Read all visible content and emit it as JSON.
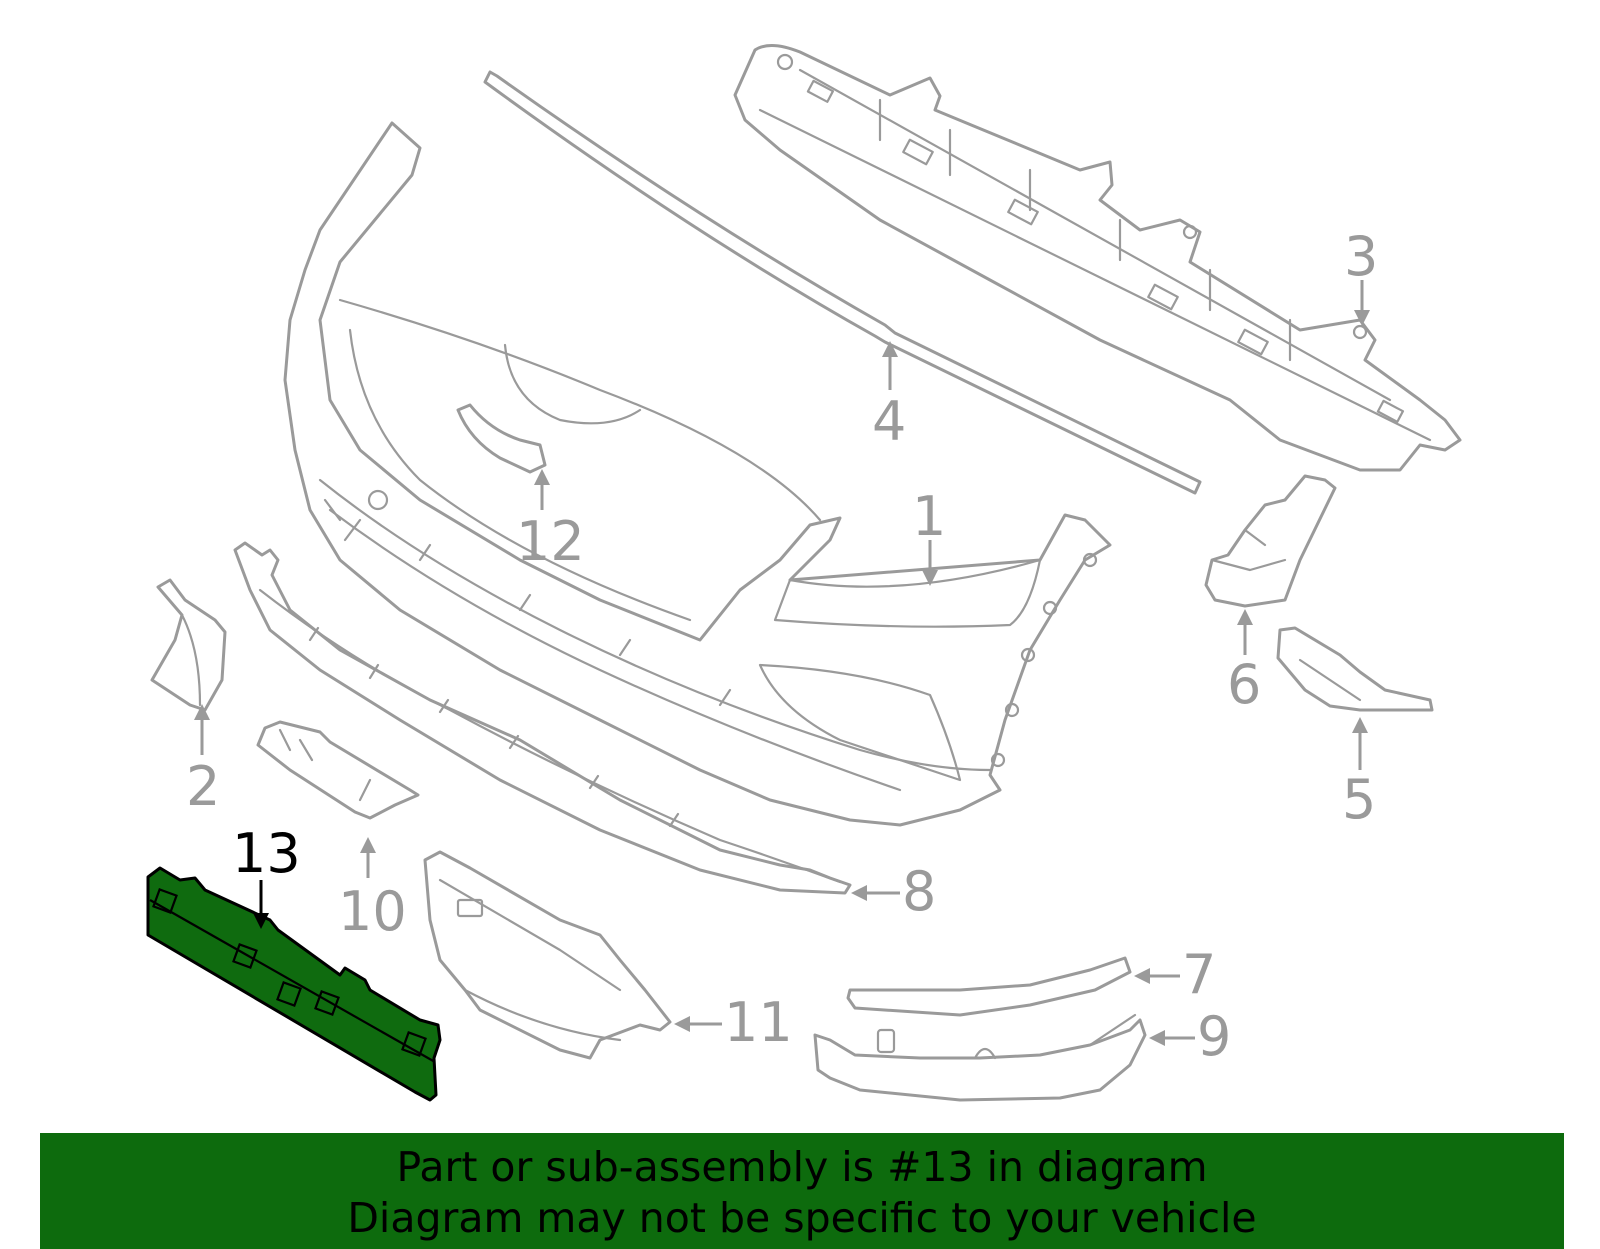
{
  "callouts": {
    "c1": "1",
    "c2": "2",
    "c3": "3",
    "c4": "4",
    "c5": "5",
    "c6": "6",
    "c7": "7",
    "c8": "8",
    "c9": "9",
    "c10": "10",
    "c11": "11",
    "c12": "12",
    "c13": "13"
  },
  "highlighted_part": "13",
  "colors": {
    "highlight_fill": "#0f6b0f",
    "banner_background": "#0d6b0d",
    "line_gray": "#9a9a9a"
  },
  "banner": {
    "line1": "Part or sub-assembly is #13 in diagram",
    "line2": "Diagram may not be specific to your vehicle"
  }
}
